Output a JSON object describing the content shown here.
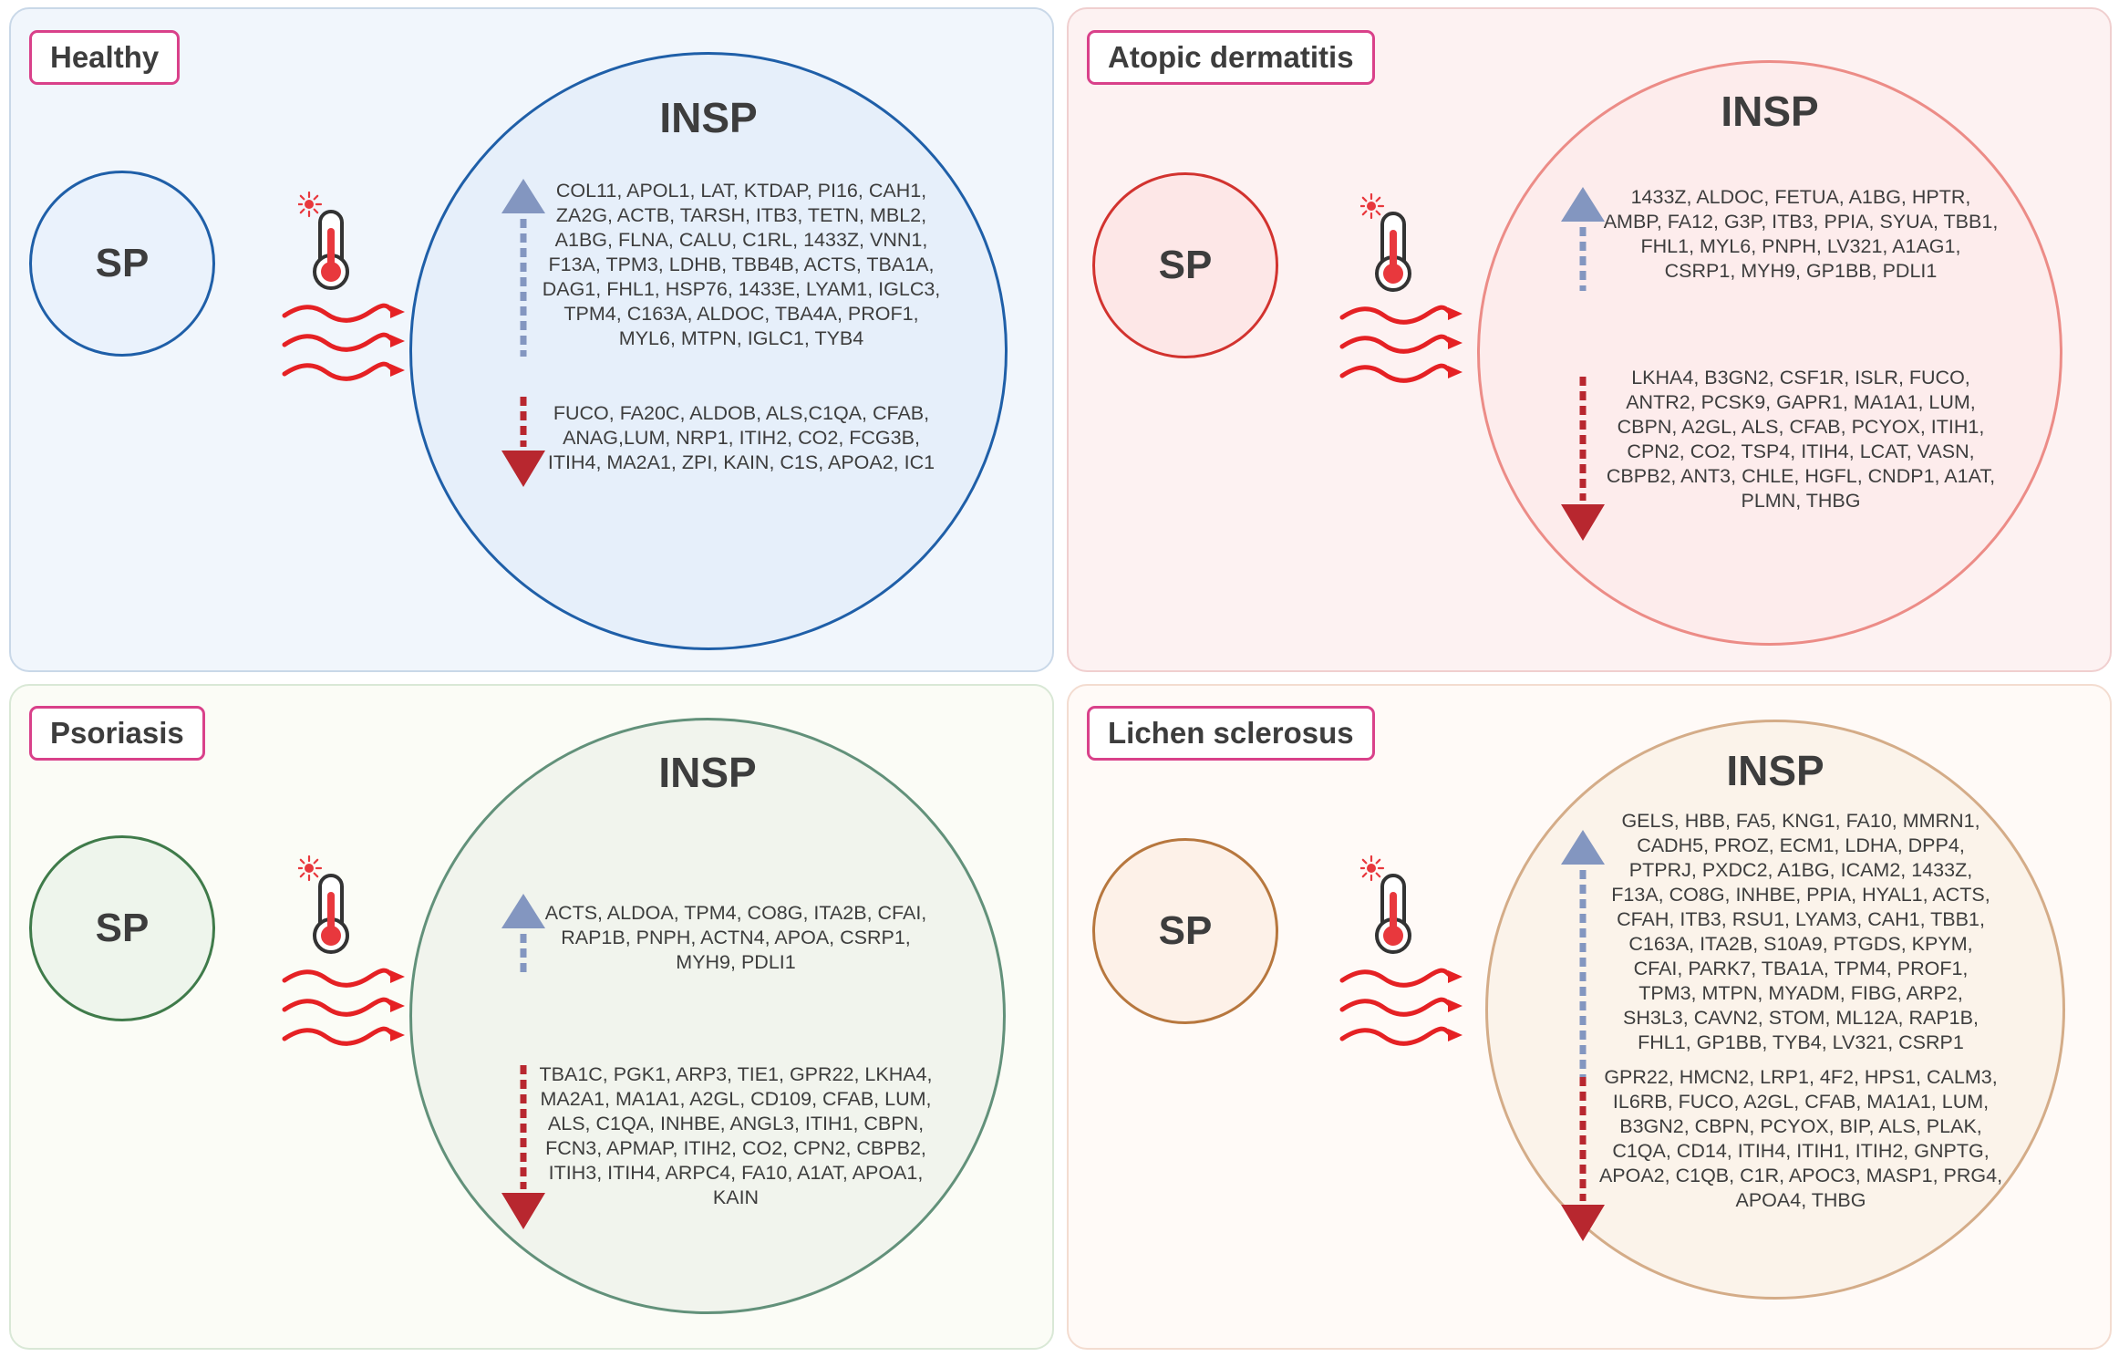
{
  "labels": {
    "sp": "SP",
    "insp": "INSP"
  },
  "colors": {
    "label_border": "#d9418a",
    "wave": "#e52124",
    "up_arrow": "#8396c0",
    "down_arrow": "#b8272f",
    "thermometer_bulb": "#e8383d"
  },
  "icons": {
    "thermometer": "thermometer-sun-icon",
    "heat_waves": "heat-waves-icon",
    "up": "arrow-up-icon",
    "down": "arrow-down-icon"
  },
  "panels": {
    "healthy": {
      "label": "Healthy",
      "accent": "#1f5fa8",
      "up": [
        "COL11, APOL1, LAT, KTDAP, PI16, CAH1,",
        "ZA2G, ACTB, TARSH, ITB3, TETN, MBL2,",
        "A1BG, FLNA, CALU, C1RL, 1433Z, VNN1,",
        "F13A, TPM3, LDHB, TBB4B, ACTS, TBA1A,",
        "DAG1, FHL1, HSP76, 1433E, LYAM1, IGLC3,",
        "TPM4, C163A, ALDOC, TBA4A, PROF1,",
        "MYL6, MTPN, IGLC1, TYB4"
      ],
      "down": [
        "FUCO, FA20C, ALDOB, ALS,C1QA, CFAB,",
        "ANAG,LUM, NRP1, ITIH2, CO2, FCG3B,",
        "ITIH4, MA2A1, ZPI, KAIN, C1S, APOA2, IC1"
      ]
    },
    "atopic": {
      "label": "Atopic dermatitis",
      "accent": "#d2332f",
      "up": [
        "1433Z, ALDOC, FETUA, A1BG, HPTR,",
        "AMBP, FA12, G3P, ITB3, PPIA, SYUA, TBB1,",
        "FHL1, MYL6, PNPH, LV321, A1AG1,",
        "CSRP1, MYH9, GP1BB, PDLI1"
      ],
      "down": [
        "LKHA4, B3GN2, CSF1R, ISLR, FUCO,",
        "ANTR2, PCSK9, GAPR1, MA1A1, LUM,",
        "CBPN, A2GL, ALS, CFAB, PCYOX, ITIH1,",
        "CPN2, CO2, TSP4, ITIH4, LCAT, VASN,",
        "CBPB2, ANT3, CHLE, HGFL, CNDP1, A1AT,",
        "PLMN, THBG"
      ]
    },
    "psoriasis": {
      "label": "Psoriasis",
      "accent": "#3f7b4a",
      "up": [
        "ACTS, ALDOA, TPM4, CO8G, ITA2B, CFAI,",
        "RAP1B, PNPH, ACTN4, APOA, CSRP1,",
        "MYH9, PDLI1"
      ],
      "down": [
        "TBA1C, PGK1, ARP3, TIE1, GPR22, LKHA4,",
        "MA2A1, MA1A1, A2GL, CD109, CFAB, LUM,",
        "ALS, C1QA, INHBE, ANGL3, ITIH1, CBPN,",
        "FCN3, APMAP, ITIH2, CO2, CPN2, CBPB2,",
        "ITIH3, ITIH4, ARPC4, FA10, A1AT, APOA1,",
        "KAIN"
      ]
    },
    "lichen": {
      "label": "Lichen sclerosus",
      "accent": "#b7773e",
      "up": [
        "GELS, HBB, FA5, KNG1, FA10, MMRN1,",
        "CADH5, PROZ, ECM1, LDHA, DPP4,",
        "PTPRJ, PXDC2, A1BG, ICAM2, 1433Z,",
        "F13A, CO8G, INHBE, PPIA, HYAL1, ACTS,",
        "CFAH, ITB3, RSU1, LYAM3, CAH1, TBB1,",
        "C163A, ITA2B, S10A9, PTGDS, KPYM,",
        "CFAI, PARK7, TBA1A, TPM4, PROF1,",
        "TPM3, MTPN, MYADM, FIBG, ARP2,",
        "SH3L3, CAVN2, STOM, ML12A, RAP1B,",
        "FHL1, GP1BB, TYB4, LV321, CSRP1"
      ],
      "down": [
        "GPR22, HMCN2, LRP1, 4F2, HPS1, CALM3,",
        "IL6RB, FUCO, A2GL, CFAB, MA1A1, LUM,",
        "B3GN2, CBPN, PCYOX, BIP, ALS, PLAK,",
        "C1QA, CD14, ITIH4, ITIH1, ITIH2, GNPTG,",
        "APOA2, C1QB, C1R, APOC3, MASP1, PRG4,",
        "APOA4, THBG"
      ]
    }
  }
}
